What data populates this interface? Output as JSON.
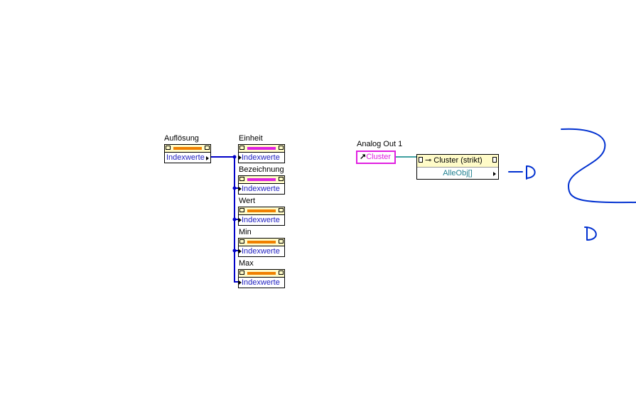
{
  "source_node": {
    "label": "Auflösung",
    "value": "Indexwerte",
    "color": "#f08000"
  },
  "target_nodes": [
    {
      "label": "Einheit",
      "value": "Indexwerte",
      "color": "#e020e0"
    },
    {
      "label": "Bezeichnung",
      "value": "Indexwerte",
      "color": "#e020e0"
    },
    {
      "label": "Wert",
      "value": "Indexwerte",
      "color": "#f08000"
    },
    {
      "label": "Min",
      "value": "Indexwerte",
      "color": "#f08000"
    },
    {
      "label": "Max",
      "value": "Indexwerte",
      "color": "#f08000"
    }
  ],
  "reference": {
    "label": "Analog Out 1",
    "value": "Cluster"
  },
  "property_node": {
    "class": "Cluster (strikt)",
    "property": "AlleObj[]"
  },
  "colors": {
    "wire": "#0000c8",
    "ref_wire": "#008080",
    "ref": "#e020e0",
    "scribble": "#0030d0"
  }
}
